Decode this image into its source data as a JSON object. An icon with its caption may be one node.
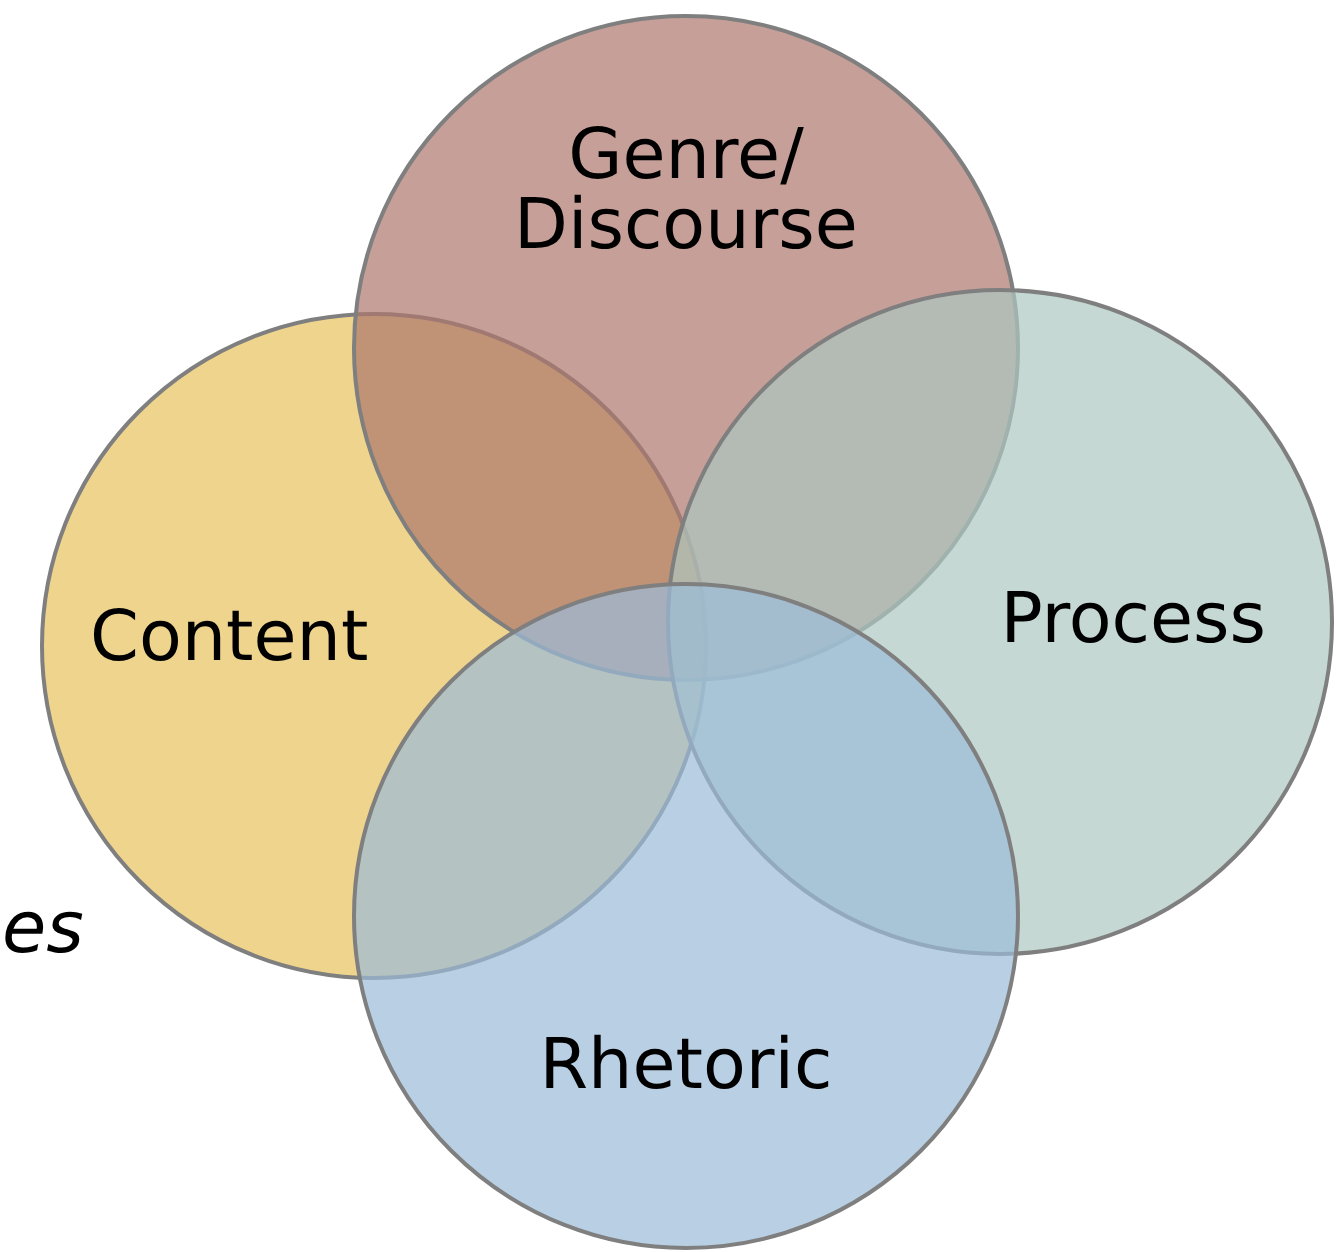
{
  "diagram": {
    "nodes": [
      {
        "text": [
          "Genre/ Discourse"
        ]
      },
      {
        "text": [
          "Content"
        ]
      },
      {
        "text": [
          "Process"
        ]
      },
      {
        "text": [
          "Rhetoric"
        ]
      }
    ],
    "labels": [
      "es"
    ]
  }
}
